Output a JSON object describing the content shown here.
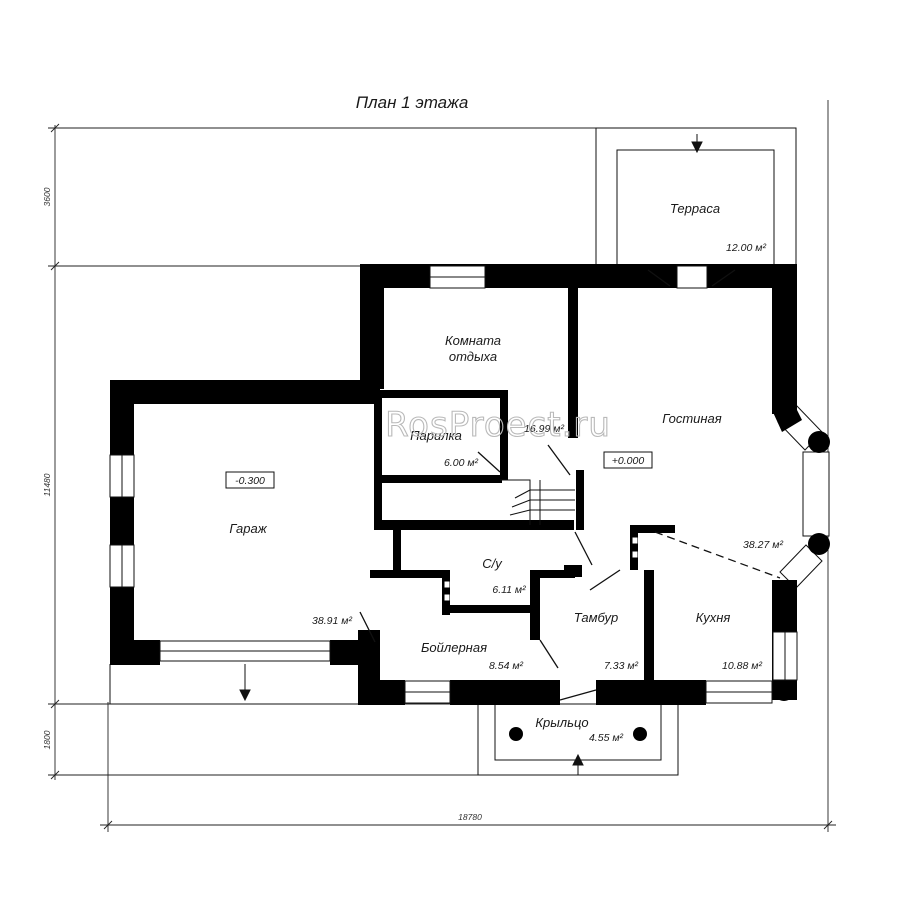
{
  "title": "План 1 этажа",
  "watermark": "RosProect.ru",
  "rooms": {
    "terrace": {
      "name": "Терраса",
      "area": "12.00 м²"
    },
    "lounge": {
      "name_line1": "Комната",
      "name_line2": "отдыха",
      "area": "16.99 м²"
    },
    "sauna": {
      "name": "Парилка",
      "area": "6.00 м²"
    },
    "living": {
      "name": "Гостиная",
      "area": "38.27 м²"
    },
    "garage": {
      "name": "Гараж",
      "area": "38.91 м²"
    },
    "wc": {
      "name": "С/у",
      "area": "6.11 м²"
    },
    "vestibule": {
      "name": "Тамбур",
      "area": "7.33 м²"
    },
    "kitchen": {
      "name": "Кухня",
      "area": "10.88 м²"
    },
    "boiler": {
      "name": "Бойлерная",
      "area": "8.54 м²"
    },
    "porch": {
      "name": "Крыльцо",
      "area": "4.55 м²"
    }
  },
  "levels": {
    "garage": "-0.300",
    "main": "+0.000"
  },
  "dimensions": {
    "top_height": "3600",
    "main_height": "11480",
    "porch_height": "1800",
    "total_width": "18780"
  },
  "colors": {
    "wall": "#000000",
    "line": "#111111",
    "watermark": "#b9b9b9"
  }
}
